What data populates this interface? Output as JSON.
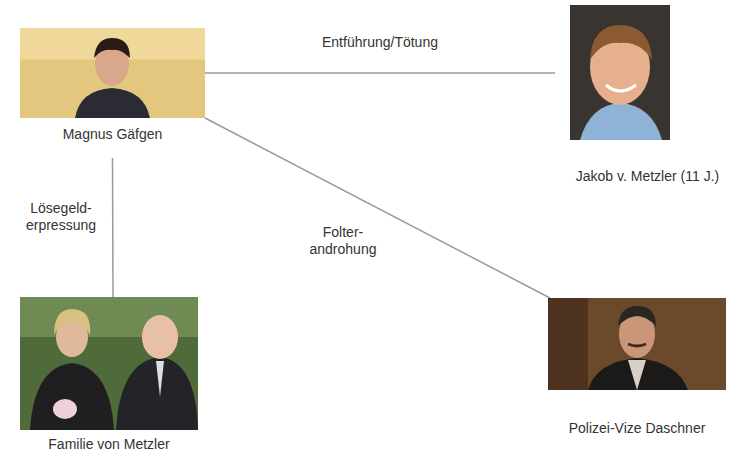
{
  "diagram": {
    "nodes": [
      {
        "text": [
          "Magnus Gäfgen"
        ]
      },
      {
        "text": [
          "Jakob v. Metzler (11 J.)"
        ]
      },
      {
        "text": [
          "Familie von Metzler"
        ]
      },
      {
        "text": [
          "Polizei-Vize Daschner"
        ]
      }
    ],
    "edges": [
      {
        "from": 0,
        "to": 1,
        "label": "Entführung/Tötung",
        "arrow": "none"
      },
      {
        "from": 0,
        "to": 2,
        "label": "Lösegeld- erpressung",
        "arrow": "none"
      },
      {
        "from": 0,
        "to": 3,
        "label": "Folter- androhung",
        "arrow": "none"
      }
    ]
  }
}
